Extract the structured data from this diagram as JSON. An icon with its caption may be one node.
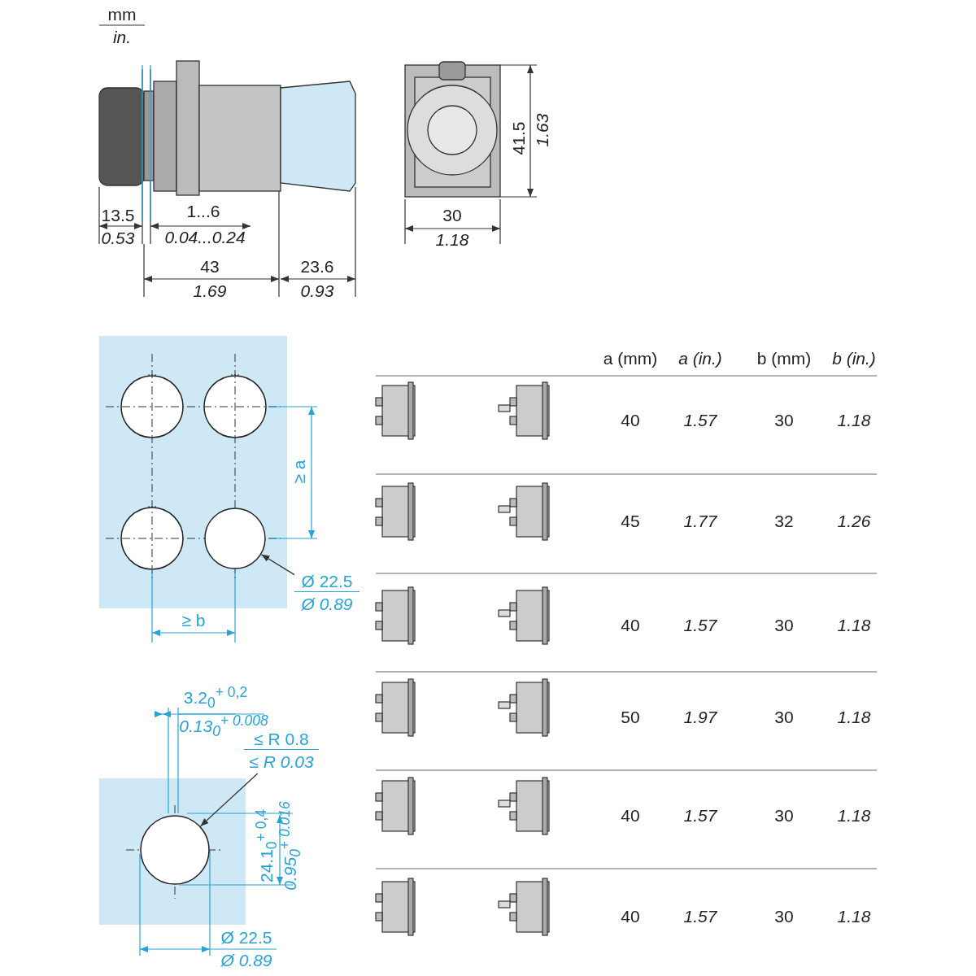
{
  "diagram": {
    "nodes": [
      {
        "text": [
          "Ø 22.5",
          "Ø 0.89"
        ]
      },
      {
        "text": [],
        "shape": "circle"
      },
      {
        "text": [
          "≤ R 0.8",
          "≤ R 0.03"
        ]
      },
      {
        "text": [],
        "shape": "circle"
      }
    ],
    "edges": [
      {
        "from": 0,
        "to": 1,
        "arrow": "to"
      },
      {
        "from": 2,
        "to": 3,
        "arrow": "to"
      }
    ],
    "labels": [
      "mm",
      "in.",
      "13.5",
      "0.53",
      "1...6",
      "0.04...0.24",
      "43",
      "1.69",
      "23.6",
      "0.93",
      "30",
      "1.18",
      "41.5",
      "1.63",
      "≥ a",
      "≥ b",
      "3.2$_{0}$$^{+ 0,2}$",
      "0.13$_{0}$$^{+ 0.008}$",
      "24.1$_{0}$$^{+ 0,4}$",
      "0.95$_{0}$$^{+ 0.016}$",
      "Ø 22.5",
      "Ø 0.89",
      "a (mm)",
      "a (in.)",
      "b (mm)",
      "b (in.)",
      "40",
      "1.57",
      "30",
      "1.18",
      "45",
      "1.77",
      "32",
      "1.26",
      "40",
      "1.57",
      "30",
      "1.18",
      "50",
      "1.97",
      "30",
      "1.18",
      "40",
      "1.57",
      "30",
      "1.18",
      "40",
      "1.57",
      "30",
      "1.18"
    ]
  }
}
